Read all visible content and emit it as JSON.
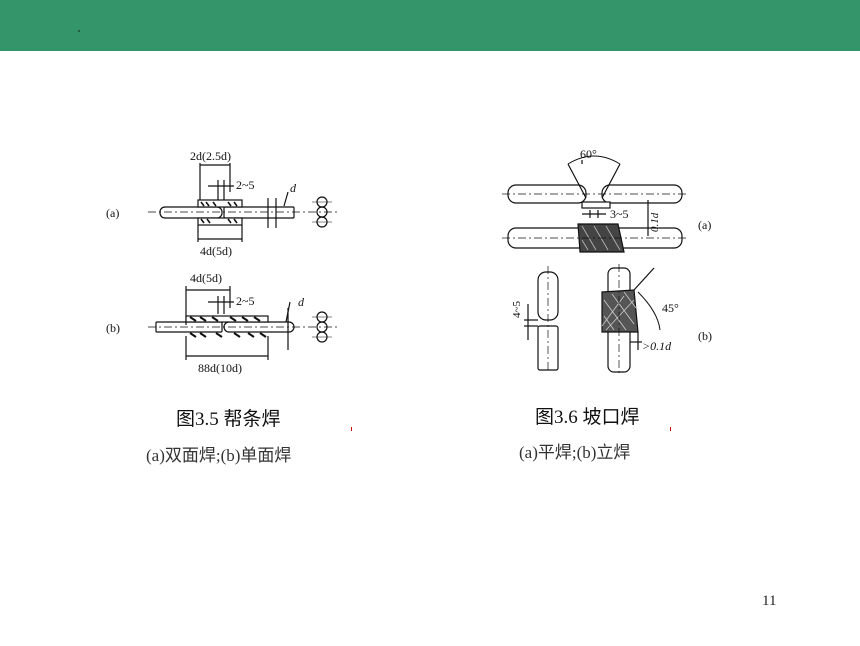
{
  "slide": {
    "page_number": "11",
    "header_color": "#35956a"
  },
  "figure_left": {
    "caption": "图3.5  帮条焊",
    "subcaption": "(a)双面焊;(b)单面焊",
    "part_a": {
      "label": "(a)",
      "dim_top": "2d(2.5d)",
      "dim_gap": "2~5",
      "dim_bottom": "4d(5d)",
      "dim_d": "d"
    },
    "part_b": {
      "label": "(b)",
      "dim_top": "4d(5d)",
      "dim_gap": "2~5",
      "dim_bottom": "88d(10d)",
      "dim_d": "d"
    }
  },
  "figure_right": {
    "caption": "图3.6  坡口焊",
    "subcaption": "(a)平焊;(b)立焊",
    "part_a": {
      "label": "(a)",
      "angle": "60°",
      "gap": "3~5",
      "thickness": "0.1d"
    },
    "part_b": {
      "label": "(b)",
      "gap": "4~5",
      "angle": "45°",
      "thickness": ">0.1d"
    }
  }
}
